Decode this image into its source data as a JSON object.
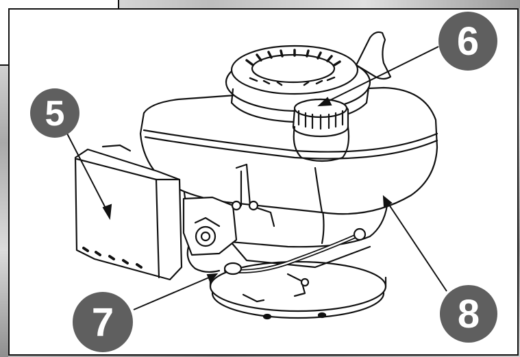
{
  "callouts": [
    {
      "id": "5",
      "label": "5"
    },
    {
      "id": "6",
      "label": "6"
    },
    {
      "id": "7",
      "label": "7"
    },
    {
      "id": "8",
      "label": "8"
    }
  ],
  "colors": {
    "badge_fill": "#5f5f5f",
    "badge_text": "#ffffff",
    "line": "#111111",
    "background_gradient": [
      "#e9e9e9",
      "#9d9d9d",
      "#d6d6d6",
      "#8e8e8e"
    ]
  }
}
